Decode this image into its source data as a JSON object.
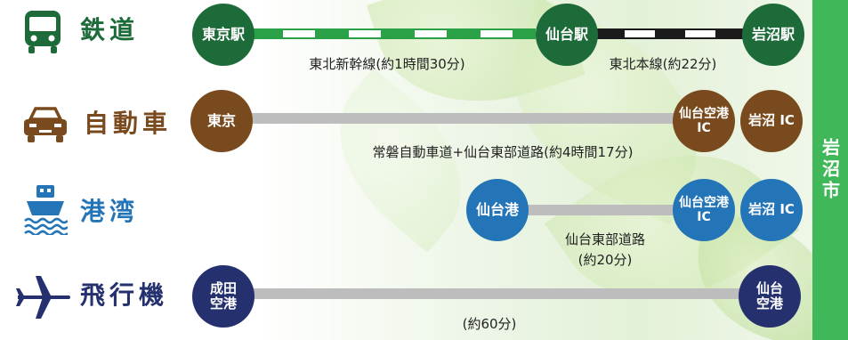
{
  "colors": {
    "rail_green": "#2aa146",
    "rail_node": "#1e6b3a",
    "car": "#7a4a1f",
    "port": "#2474b8",
    "air": "#25306e",
    "sidebar": "#40b85a",
    "road": "#bdbdbd"
  },
  "sidebar": {
    "label": "岩沼市"
  },
  "rows": {
    "rail": {
      "icon": "train-icon",
      "label": "鉄道",
      "stations": [
        "東京駅",
        "仙台駅",
        "岩沼駅"
      ],
      "segments": [
        "東北新幹線(約1時間30分)",
        "東北本線(約22分)"
      ]
    },
    "car": {
      "icon": "car-icon",
      "label": "自動車",
      "nodes": [
        "東京",
        "仙台空港\nIC",
        "岩沼 IC"
      ],
      "route": "常磐自動車道+仙台東部道路(約4時間17分)"
    },
    "port": {
      "icon": "ship-icon",
      "label": "港湾",
      "nodes": [
        "仙台港",
        "仙台空港\nIC",
        "岩沼 IC"
      ],
      "route": "仙台東部道路\n(約20分)"
    },
    "air": {
      "icon": "airplane-icon",
      "label": "飛行機",
      "nodes": [
        "成田\n空港",
        "仙台\n空港"
      ],
      "route": "(約60分)"
    }
  }
}
